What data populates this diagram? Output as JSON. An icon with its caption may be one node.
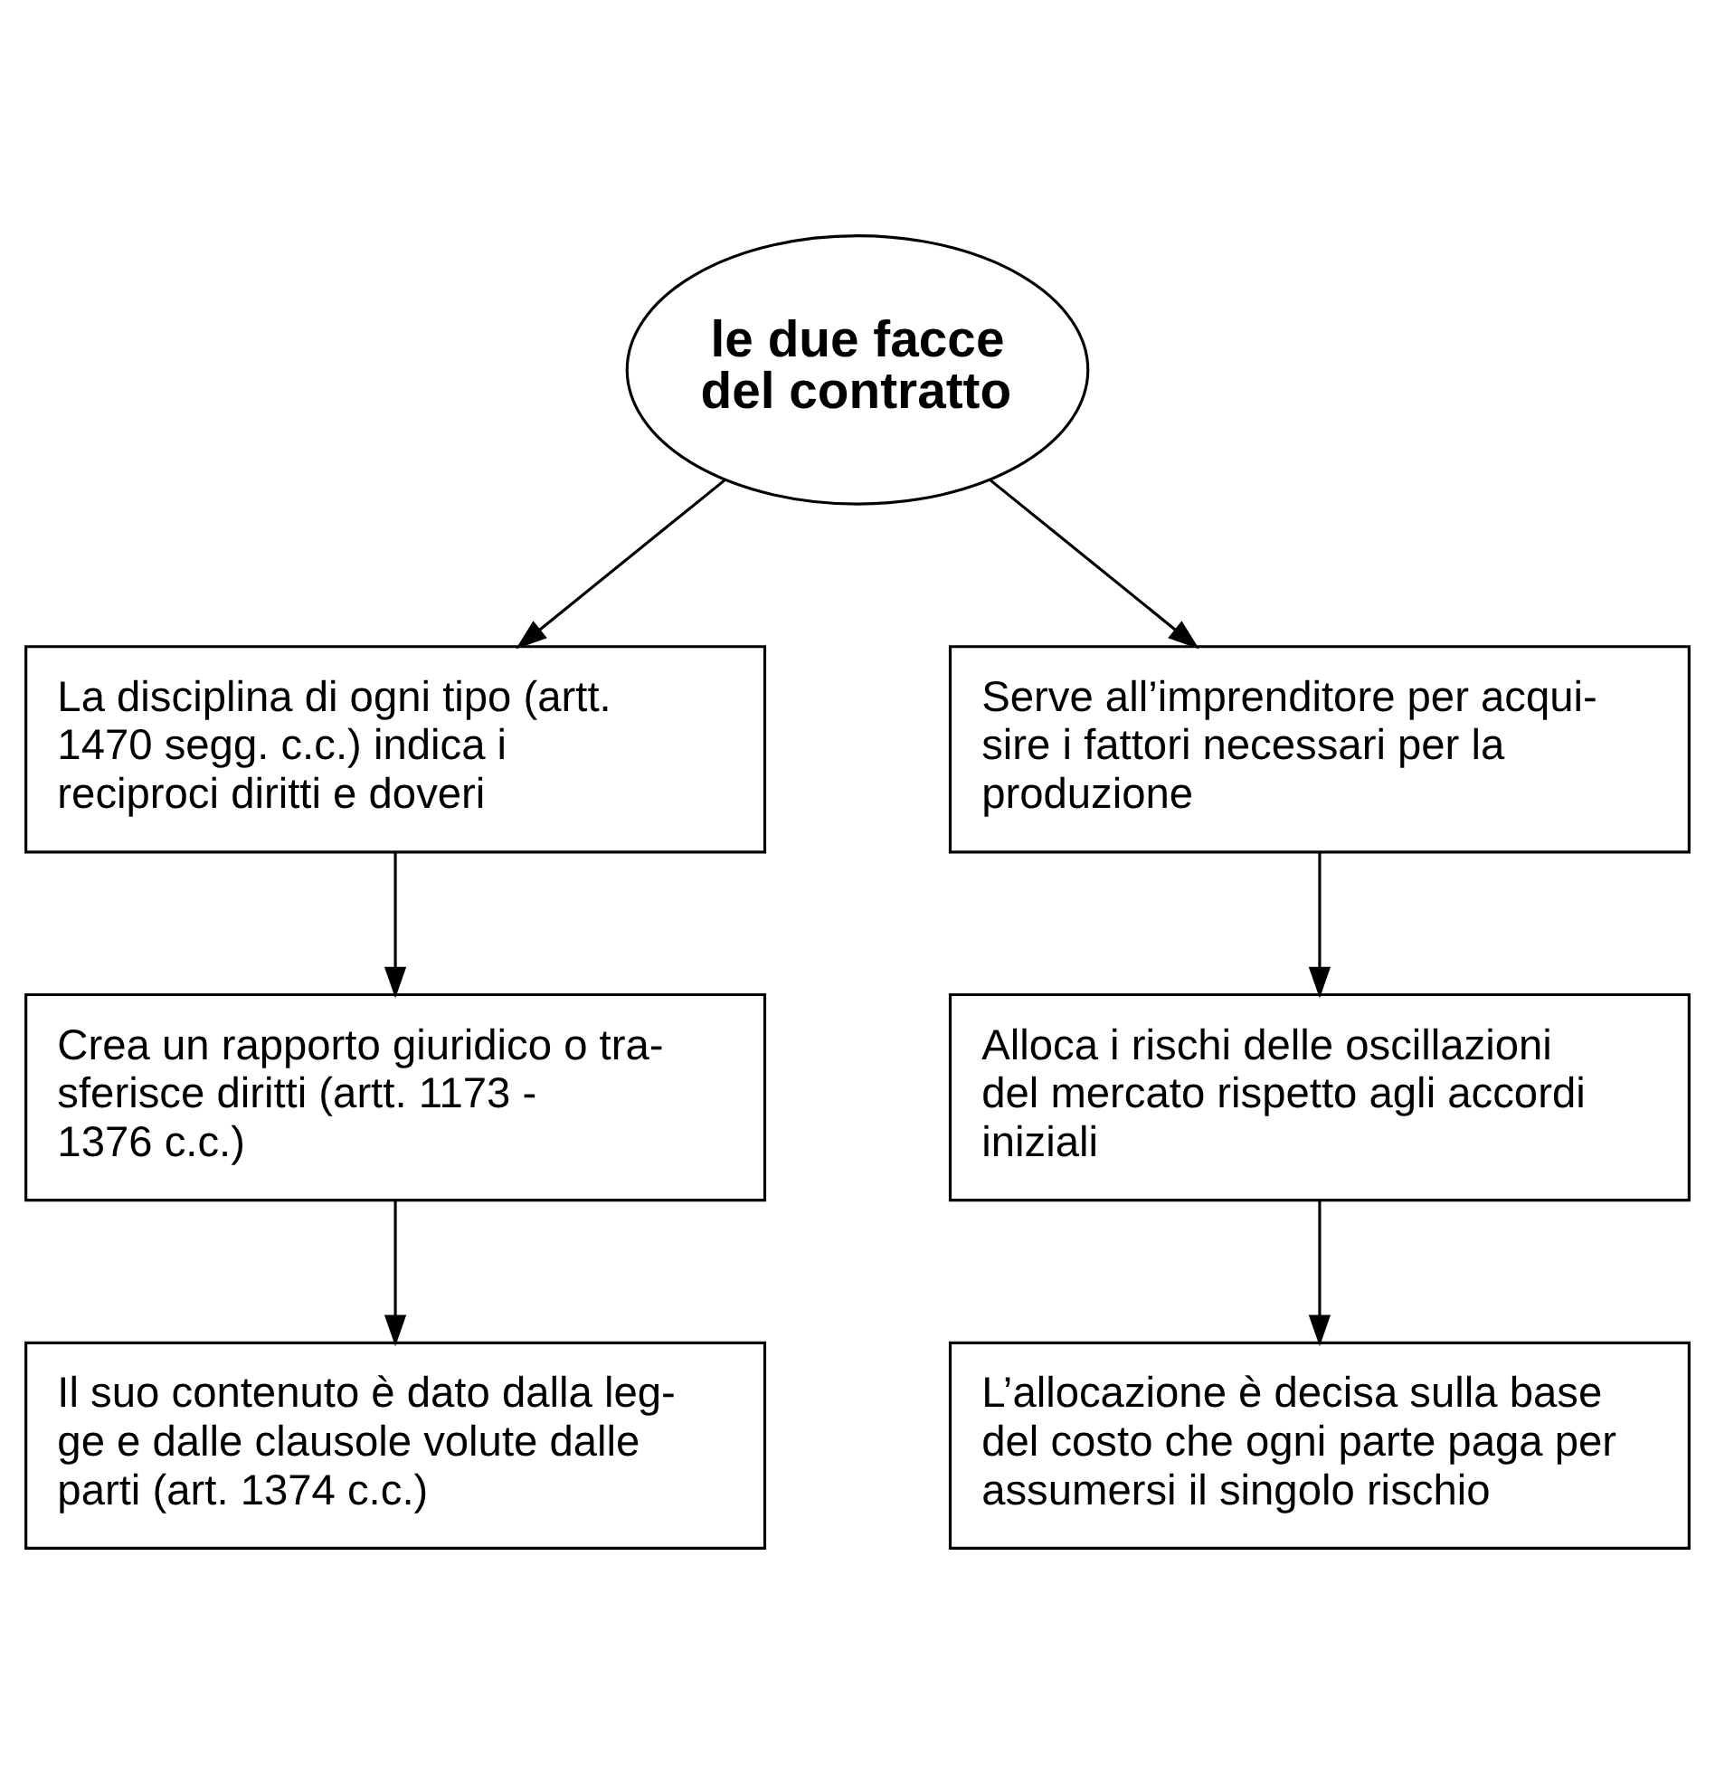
{
  "diagram": {
    "nodes": [
      {
        "text": [
          "le due facce del contratto"
        ]
      },
      {
        "text": [
          "La disciplina di ogni tipo (artt. 1470 segg. c.c.) indica i reciproci diritti e doveri"
        ]
      },
      {
        "text": [
          "Crea un rapporto giuridico o tra-sferisce diritti (artt. 1173 - 1376 c.c.)"
        ]
      },
      {
        "text": [
          "Il suo contenuto è dato dalla leg-ge e dalle clausole volute dalle parti (art. 1374 c.c.)"
        ]
      },
      {
        "text": [
          "Serve all’imprenditore per acqui-sire i fattori necessari per la produzione"
        ]
      },
      {
        "text": [
          "Alloca i rischi delle oscillazioni del mercato rispetto agli accordi iniziali"
        ]
      },
      {
        "text": [
          "L’allocazione è decisa sulla base del costo che ogni parte paga per assumersi il singolo rischio"
        ]
      }
    ],
    "edges": [
      {
        "from": 0,
        "to": 1,
        "arrow": "to"
      },
      {
        "from": 0,
        "to": 4,
        "arrow": "to"
      },
      {
        "from": 1,
        "to": 2,
        "arrow": "to"
      },
      {
        "from": 2,
        "to": 3,
        "arrow": "to"
      },
      {
        "from": 4,
        "to": 5,
        "arrow": "to"
      },
      {
        "from": 5,
        "to": 6,
        "arrow": "to"
      }
    ]
  }
}
